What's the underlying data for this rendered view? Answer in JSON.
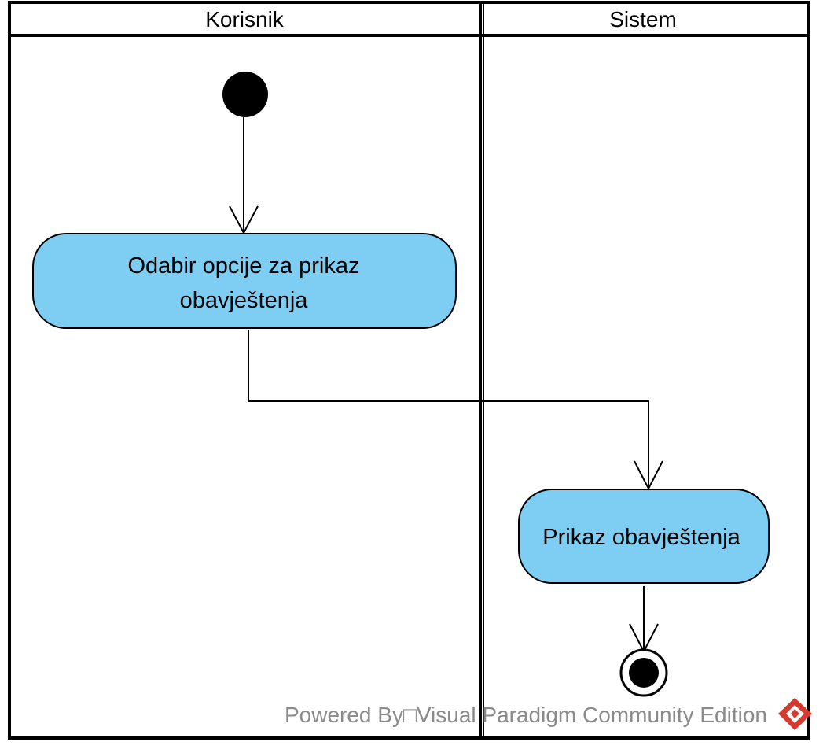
{
  "swimlanes": [
    {
      "title": "Korisnik"
    },
    {
      "title": "Sistem"
    }
  ],
  "actions": {
    "select_option": {
      "lines": [
        "Odabir opcije za prikaz",
        "obavještenja"
      ]
    },
    "show_notifications": {
      "lines": [
        "Prikaz obavještenja"
      ]
    }
  },
  "watermark": {
    "text": "Powered By□Visual Paradigm Community Edition"
  },
  "colors": {
    "action_fill": "#7ECEF3",
    "stroke": "#000000",
    "watermark": "#8A8A8A",
    "logo_red": "#D63A2F"
  }
}
